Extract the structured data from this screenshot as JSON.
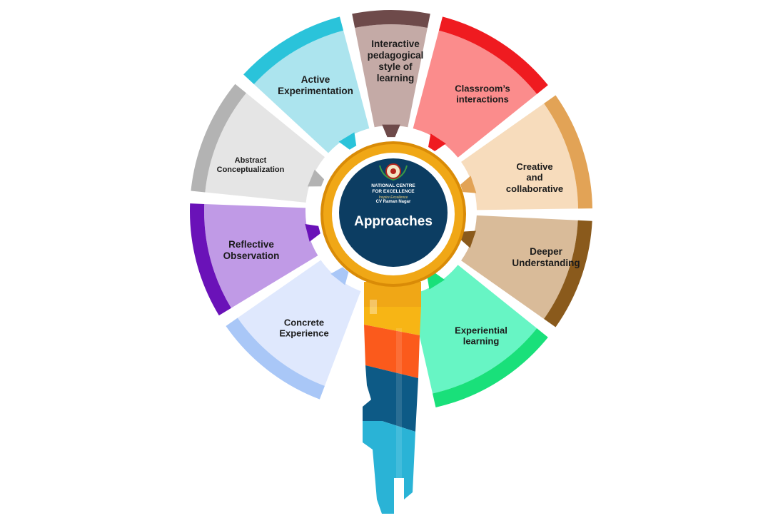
{
  "hub": {
    "title": "Approaches",
    "org_line1": "NATIONAL CENTRE",
    "org_line2": "FOR EXCELLENCE",
    "org_tagline": "Inspire Excellence",
    "org_location": "CV Raman Nagar"
  },
  "segments": [
    {
      "label": "Interactive\npedagogical\nstyle of\nlearning",
      "color_main": "#c4aaa6",
      "color_accent": "#6e4a4a"
    },
    {
      "label": "Classroom’s\ninteractions",
      "color_main": "#fb8c8c",
      "color_accent": "#ef1b20"
    },
    {
      "label": "Creative\nand\ncollaborative",
      "color_main": "#f7dcbc",
      "color_accent": "#e2a356"
    },
    {
      "label": "Deeper\nUnderstanding",
      "color_main": "#d9bb99",
      "color_accent": "#8a5a1c"
    },
    {
      "label": "Experiential\nlearning",
      "color_main": "#67f5c4",
      "color_accent": "#19e07a"
    },
    {
      "label": "Concrete\nExperience",
      "color_main": "#dfe8fd",
      "color_accent": "#a9c7f7"
    },
    {
      "label": "Reflective\nObservation",
      "color_main": "#c09ae6",
      "color_accent": "#6a12b8"
    },
    {
      "label": "Abstract\nConceptualization",
      "color_main": "#e5e5e5",
      "color_accent": "#b3b3b3"
    },
    {
      "label": "Active\nExperimentation",
      "color_main": "#ace4ee",
      "color_accent": "#2ac3da"
    }
  ],
  "colors": {
    "hub_fill": "#0c3d62",
    "ring_gold": "#f0a716",
    "ring_gold_dark": "#d98b07",
    "key_orange": "#fb5a1c",
    "key_navy": "#0d5a86",
    "key_cyan": "#2ab3d6"
  }
}
